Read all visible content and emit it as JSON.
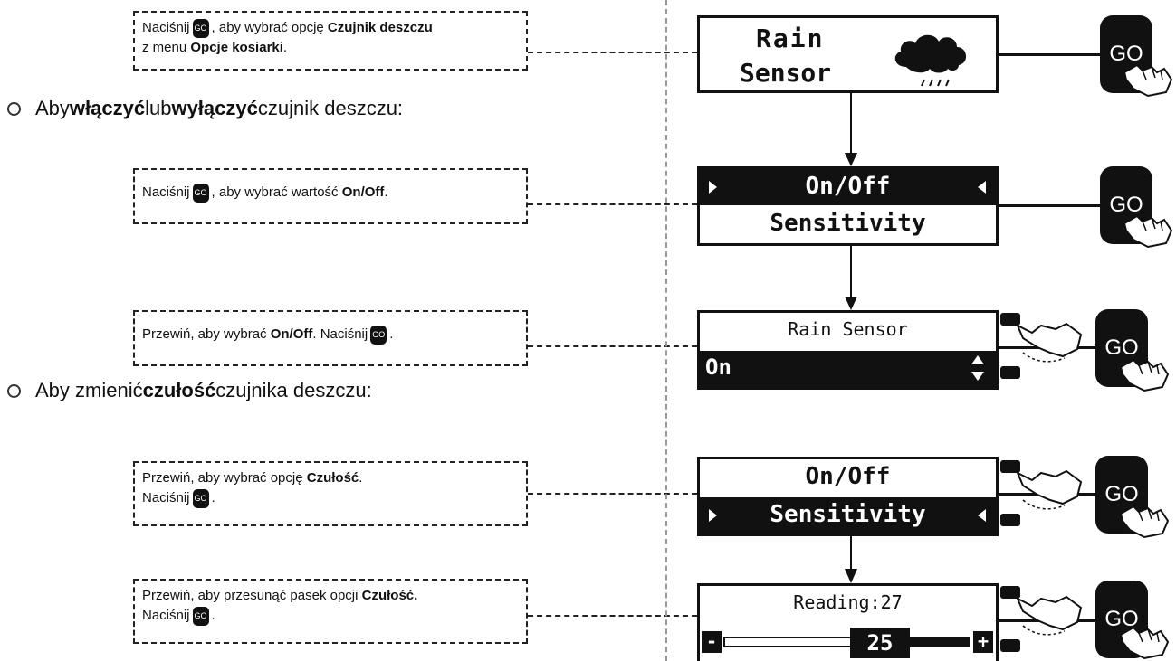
{
  "steps": {
    "s1": {
      "pre": "Naciśnij",
      "mid": ", aby wybrać opcję ",
      "bold1": "Czujnik deszczu",
      "line2a": "z menu ",
      "bold2": "Opcje kosiarki",
      "line2b": "."
    },
    "s2": {
      "pre": "Naciśnij",
      "mid": ", aby wybrać wartość ",
      "bold1": "On/Off",
      "end": "."
    },
    "s3": {
      "pre": "Przewiń, aby wybrać ",
      "bold1": "On/Off",
      "mid": ". Naciśnij",
      "end": "."
    },
    "s4": {
      "line1a": "Przewiń, aby wybrać opcję ",
      "bold1": "Czułość",
      "line1b": ".",
      "pre": "Naciśnij",
      "end": "."
    },
    "s5": {
      "line1a": "Przewiń, aby przesunąć pasek opcji ",
      "bold1": "Czułość.",
      "pre": "Naciśnij",
      "end": "."
    }
  },
  "bullets": {
    "b1": {
      "a": "Aby ",
      "b": "włączyć",
      "c": " lub ",
      "d": "wyłączyć",
      "e": " czujnik deszczu:"
    },
    "b2": {
      "a": "Aby zmienić ",
      "b": "czułość",
      "c": " czujnika deszczu:"
    }
  },
  "screens": {
    "rain": {
      "line1": "Rain",
      "line2": "Sensor"
    },
    "menu1": {
      "item1": "On/Off",
      "item2": "Sensitivity"
    },
    "onoff": {
      "title": "Rain Sensor",
      "value": "On"
    },
    "menu2": {
      "item1": "On/Off",
      "item2": "Sensitivity"
    },
    "reading": {
      "title": "Reading:27",
      "value": "25",
      "minus": "-",
      "plus": "+"
    }
  },
  "go_label": "GO",
  "go_badge": "GO",
  "icons": [
    "rain-cloud-icon",
    "hand-pointer-icon",
    "arrow-up-button-icon",
    "arrow-down-button-icon"
  ]
}
